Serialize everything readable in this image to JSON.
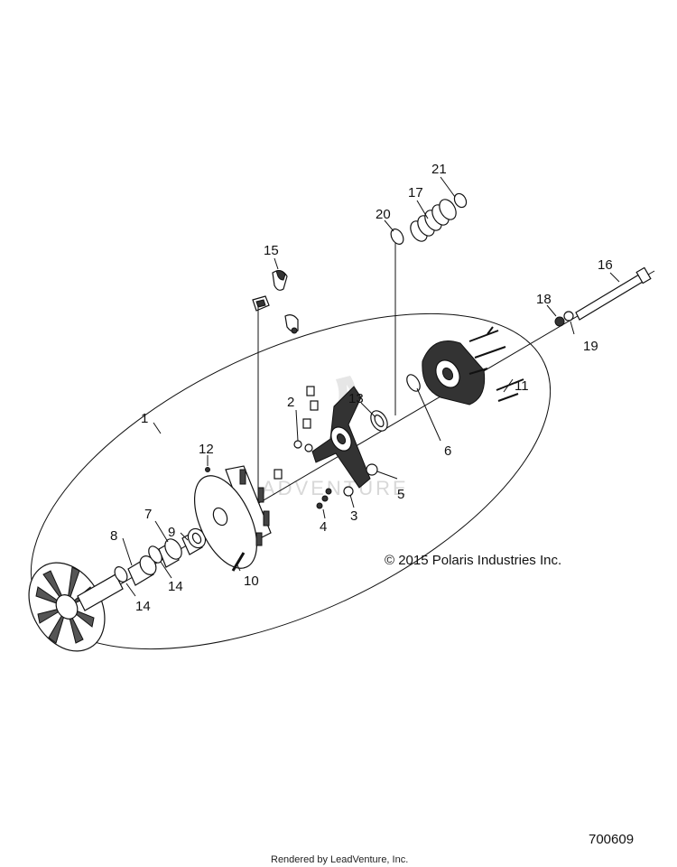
{
  "callouts": [
    {
      "id": "c1",
      "label": "1"
    },
    {
      "id": "c2",
      "label": "2"
    },
    {
      "id": "c3",
      "label": "3"
    },
    {
      "id": "c4",
      "label": "4"
    },
    {
      "id": "c5",
      "label": "5"
    },
    {
      "id": "c6",
      "label": "6"
    },
    {
      "id": "c7",
      "label": "7"
    },
    {
      "id": "c8",
      "label": "8"
    },
    {
      "id": "c9",
      "label": "9"
    },
    {
      "id": "c10",
      "label": "10"
    },
    {
      "id": "c11",
      "label": "11"
    },
    {
      "id": "c12",
      "label": "12"
    },
    {
      "id": "c13",
      "label": "13"
    },
    {
      "id": "c14a",
      "label": "14"
    },
    {
      "id": "c14b",
      "label": "14"
    },
    {
      "id": "c15",
      "label": "15"
    },
    {
      "id": "c16",
      "label": "16"
    },
    {
      "id": "c17",
      "label": "17"
    },
    {
      "id": "c18",
      "label": "18"
    },
    {
      "id": "c19",
      "label": "19"
    },
    {
      "id": "c20",
      "label": "20"
    },
    {
      "id": "c21",
      "label": "21"
    }
  ],
  "copyright": "© 2015 Polaris Industries Inc.",
  "drawing_number": "700609",
  "footer": "Rendered by LeadVenture, Inc.",
  "watermark": "ADVENTURE"
}
